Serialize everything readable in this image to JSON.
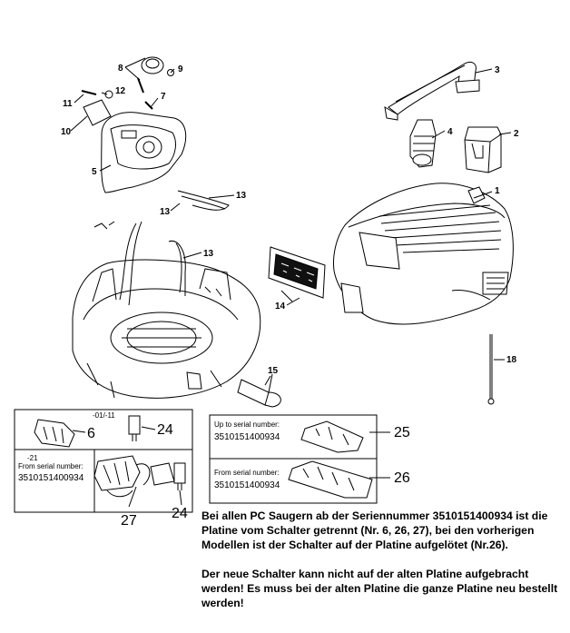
{
  "callouts": {
    "n1": "1",
    "n2": "2",
    "n3": "3",
    "n4": "4",
    "n5": "5",
    "n6": "6",
    "n7": "7",
    "n8": "8",
    "n9": "9",
    "n10": "10",
    "n11": "11",
    "n12": "12",
    "n13a": "13",
    "n13b": "13",
    "n13c": "13",
    "n14": "14",
    "n15": "15",
    "n18": "18"
  },
  "box_left": {
    "variant_top": "-01/-11",
    "variant_bottom": "-21",
    "from_label": "From serial number:",
    "serial": "3510151400934",
    "part6": "6",
    "part24a": "24",
    "part24b": "24",
    "part27": "27"
  },
  "box_right": {
    "upto_label": "Up to serial number:",
    "upto_serial": "3510151400934",
    "from_label": "From serial number:",
    "from_serial": "3510151400934",
    "part25": "25",
    "part26": "26"
  },
  "notes": {
    "para1": "Bei allen PC Saugern ab der Seriennummer 3510151400934 ist die Platine vom Schalter getrennt (Nr. 6, 26, 27), bei den vorherigen Modellen ist der Schalter auf der Platine aufgelötet (Nr.26).",
    "para2": "Der neue Schalter kann nicht auf der alten Platine aufgebracht werden! Es muss bei der alten Platine die ganze Platine neu bestellt werden!"
  }
}
